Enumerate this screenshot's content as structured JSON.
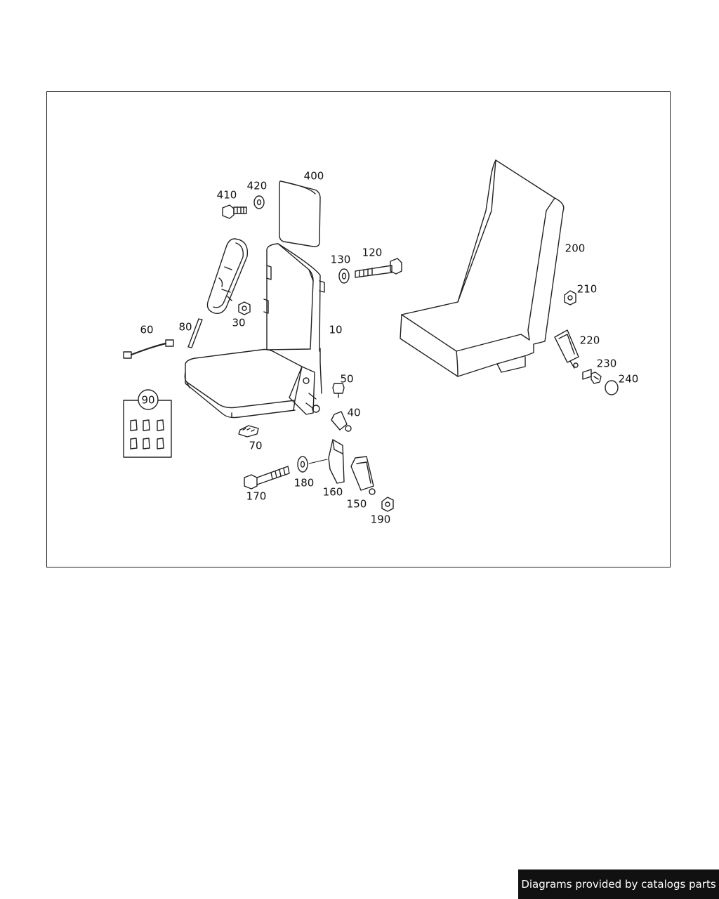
{
  "diagram": {
    "callouts": [
      {
        "id": "c10",
        "label": "10"
      },
      {
        "id": "c30",
        "label": "30"
      },
      {
        "id": "c40",
        "label": "40"
      },
      {
        "id": "c50",
        "label": "50"
      },
      {
        "id": "c60",
        "label": "60"
      },
      {
        "id": "c70",
        "label": "70"
      },
      {
        "id": "c80",
        "label": "80"
      },
      {
        "id": "c90",
        "label": "90"
      },
      {
        "id": "c120",
        "label": "120"
      },
      {
        "id": "c130",
        "label": "130"
      },
      {
        "id": "c150",
        "label": "150"
      },
      {
        "id": "c160",
        "label": "160"
      },
      {
        "id": "c170",
        "label": "170"
      },
      {
        "id": "c180",
        "label": "180"
      },
      {
        "id": "c190",
        "label": "190"
      },
      {
        "id": "c200",
        "label": "200"
      },
      {
        "id": "c210",
        "label": "210"
      },
      {
        "id": "c220",
        "label": "220"
      },
      {
        "id": "c230",
        "label": "230"
      },
      {
        "id": "c240",
        "label": "240"
      },
      {
        "id": "c400",
        "label": "400"
      },
      {
        "id": "c410",
        "label": "410"
      },
      {
        "id": "c420",
        "label": "420"
      }
    ]
  },
  "footer": {
    "text": "Diagrams provided by catalogs parts"
  }
}
